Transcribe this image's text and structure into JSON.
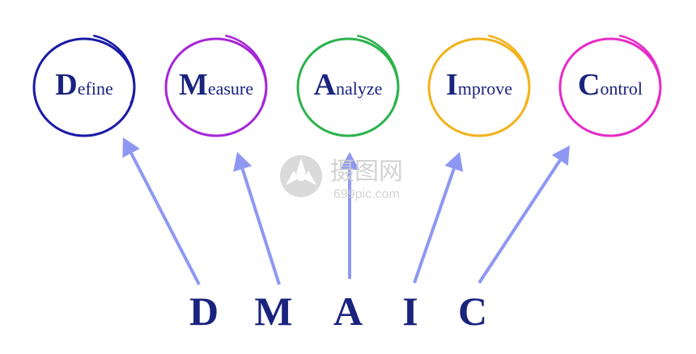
{
  "stages": [
    {
      "initial": "D",
      "rest": "efine",
      "color": "#1a1aa6"
    },
    {
      "initial": "M",
      "rest": "easure",
      "color": "#a626d8"
    },
    {
      "initial": "A",
      "rest": "nalyze",
      "color": "#2bb24c"
    },
    {
      "initial": "I",
      "rest": "mprove",
      "color": "#f2b21b"
    },
    {
      "initial": "C",
      "rest": "ontrol",
      "color": "#e52bc8"
    }
  ],
  "acronym": [
    "D",
    "M",
    "A",
    "I",
    "C"
  ],
  "colors": {
    "text": "#1a237e",
    "arrow": "#8e98f2"
  },
  "watermark": {
    "name": "摄图网",
    "url": "699pic.com"
  }
}
